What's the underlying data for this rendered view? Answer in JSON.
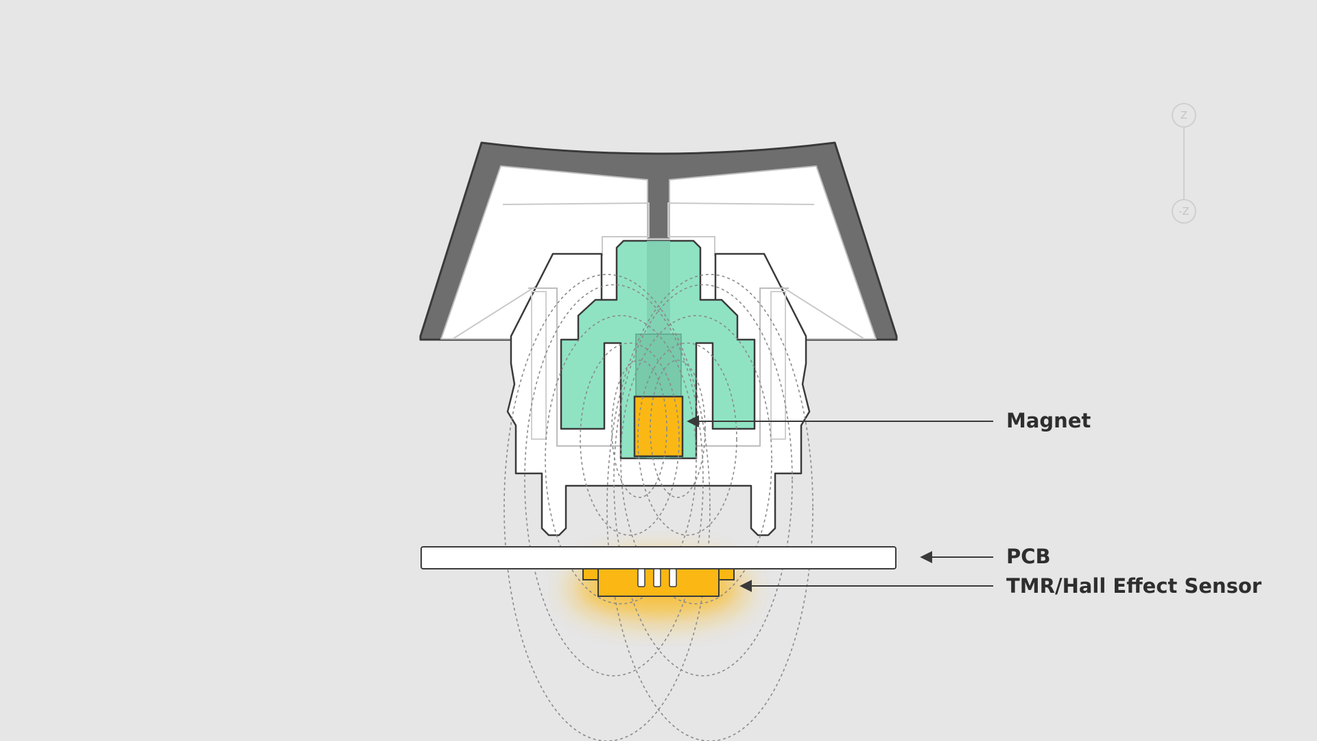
{
  "diagram": {
    "labels": {
      "magnet": "Magnet",
      "pcb": "PCB",
      "sensor": "TMR/Hall Effect Sensor"
    },
    "axis_gizmo": {
      "top": "Z",
      "bottom": "-Z"
    }
  },
  "colors": {
    "background": "#e6e6e6",
    "keycap_shell": "#6e6e6e",
    "stem": "#8fe3c3",
    "magnet": "#fbb814",
    "sensor_glow": "#fbb814",
    "outline": "#3a3a3a",
    "housing": "#ffffff"
  }
}
